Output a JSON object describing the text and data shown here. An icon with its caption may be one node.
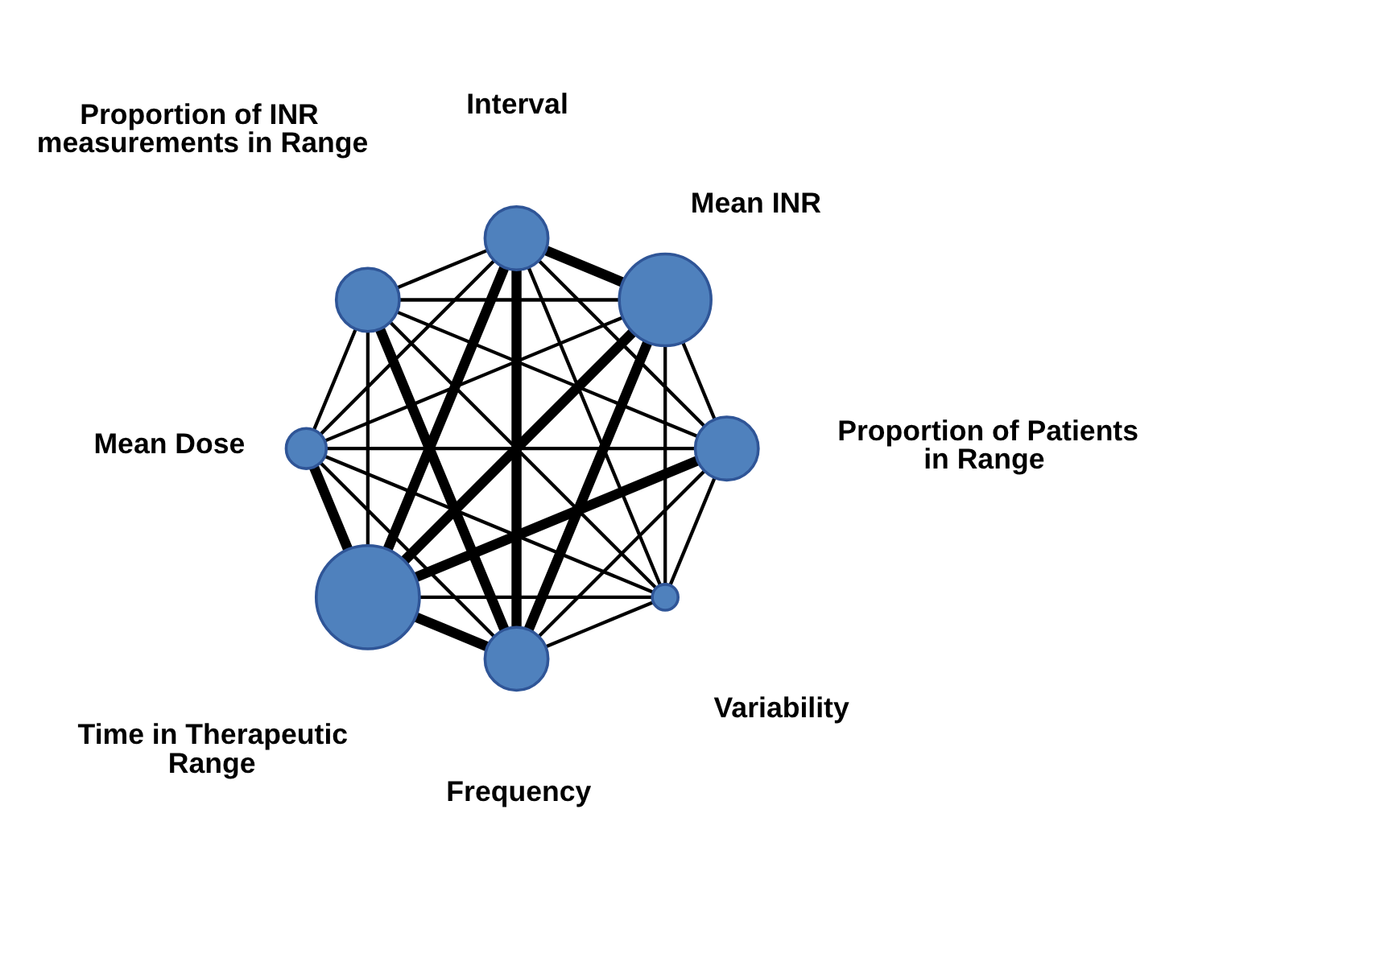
{
  "diagram": {
    "nodes": [
      {
        "text": [],
        "shape": "circle",
        "beside": [
          "Variability"
        ]
      },
      {
        "text": [],
        "shape": "circle",
        "beside": [
          "Proportion of Patients in Range"
        ]
      },
      {
        "text": [],
        "shape": "circle",
        "beside": [
          "Time in Therapeutic Range"
        ]
      },
      {
        "text": [],
        "shape": "circle",
        "beside": [
          "Frequency"
        ]
      },
      {
        "text": [],
        "shape": "circle",
        "beside": [
          "Mean INR"
        ]
      },
      {
        "text": [],
        "shape": "circle",
        "beside": [
          "Mean Dose"
        ]
      },
      {
        "text": [],
        "shape": "circle",
        "beside": [
          "Interval"
        ]
      },
      {
        "text": [],
        "shape": "circle",
        "beside": [
          "Proportion of INR measurements in Range"
        ]
      }
    ],
    "edges": [
      {
        "from": 0,
        "to": 1,
        "arrow": "none"
      },
      {
        "from": 1,
        "to": 2,
        "arrow": "none",
        "style": "thick"
      },
      {
        "from": 2,
        "to": 5,
        "arrow": "none",
        "style": "thick"
      },
      {
        "from": 7,
        "to": 5,
        "arrow": "none"
      },
      {
        "from": 6,
        "to": 7,
        "arrow": "none"
      },
      {
        "from": 4,
        "to": 6,
        "arrow": "none",
        "style": "thick"
      },
      {
        "from": 3,
        "to": 4,
        "arrow": "none",
        "style": "thick"
      },
      {
        "from": 0,
        "to": 3,
        "arrow": "none"
      },
      {
        "from": 0,
        "to": 2,
        "arrow": "none"
      },
      {
        "from": 0,
        "to": 5,
        "arrow": "none"
      },
      {
        "from": 0,
        "to": 7,
        "arrow": "none"
      },
      {
        "from": 0,
        "to": 6,
        "arrow": "none"
      },
      {
        "from": 0,
        "to": 4,
        "arrow": "none"
      },
      {
        "from": 1,
        "to": 5,
        "arrow": "none"
      },
      {
        "from": 1,
        "to": 7,
        "arrow": "none"
      },
      {
        "from": 1,
        "to": 6,
        "arrow": "none"
      },
      {
        "from": 1,
        "to": 4,
        "arrow": "none"
      },
      {
        "from": 1,
        "to": 3,
        "arrow": "none"
      },
      {
        "from": 3,
        "to": 2,
        "arrow": "none",
        "style": "thick"
      },
      {
        "from": 2,
        "to": 7,
        "arrow": "none"
      },
      {
        "from": 2,
        "to": 6,
        "arrow": "none",
        "style": "thick"
      },
      {
        "from": 4,
        "to": 2,
        "arrow": "none",
        "style": "thick"
      },
      {
        "from": 3,
        "to": 5,
        "arrow": "none"
      },
      {
        "from": 3,
        "to": 7,
        "arrow": "none",
        "style": "thick"
      },
      {
        "from": 3,
        "to": 6,
        "arrow": "none",
        "style": "thick"
      },
      {
        "from": 4,
        "to": 5,
        "arrow": "none"
      },
      {
        "from": 4,
        "to": 7,
        "arrow": "none"
      },
      {
        "from": 6,
        "to": 5,
        "arrow": "none"
      }
    ]
  }
}
